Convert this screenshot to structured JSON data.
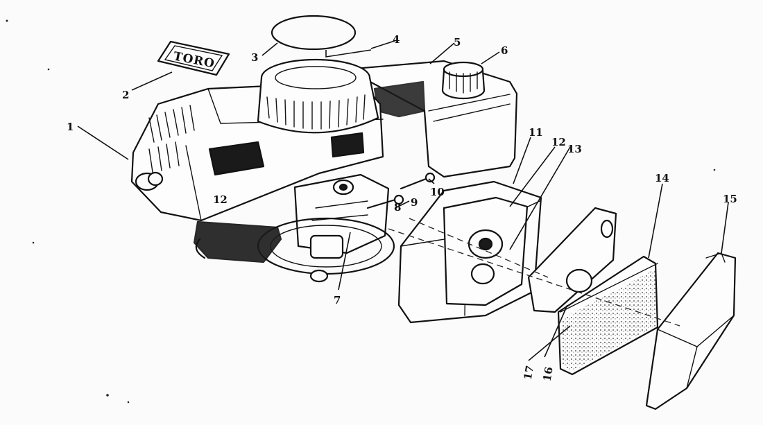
{
  "logo": {
    "text": "TORO"
  },
  "callouts": [
    {
      "id": "1",
      "text": "1"
    },
    {
      "id": "2",
      "text": "2"
    },
    {
      "id": "3",
      "text": "3"
    },
    {
      "id": "4",
      "text": "4"
    },
    {
      "id": "5",
      "text": "5"
    },
    {
      "id": "6",
      "text": "6"
    },
    {
      "id": "7",
      "text": "7"
    },
    {
      "id": "8",
      "text": "8"
    },
    {
      "id": "9",
      "text": "9"
    },
    {
      "id": "10",
      "text": "10"
    },
    {
      "id": "11",
      "text": "11"
    },
    {
      "id": "12",
      "text": "12"
    },
    {
      "id": "13",
      "text": "13"
    },
    {
      "id": "14",
      "text": "14"
    },
    {
      "id": "15",
      "text": "15"
    },
    {
      "id": "16",
      "text": "16"
    },
    {
      "id": "17",
      "text": "17"
    }
  ]
}
